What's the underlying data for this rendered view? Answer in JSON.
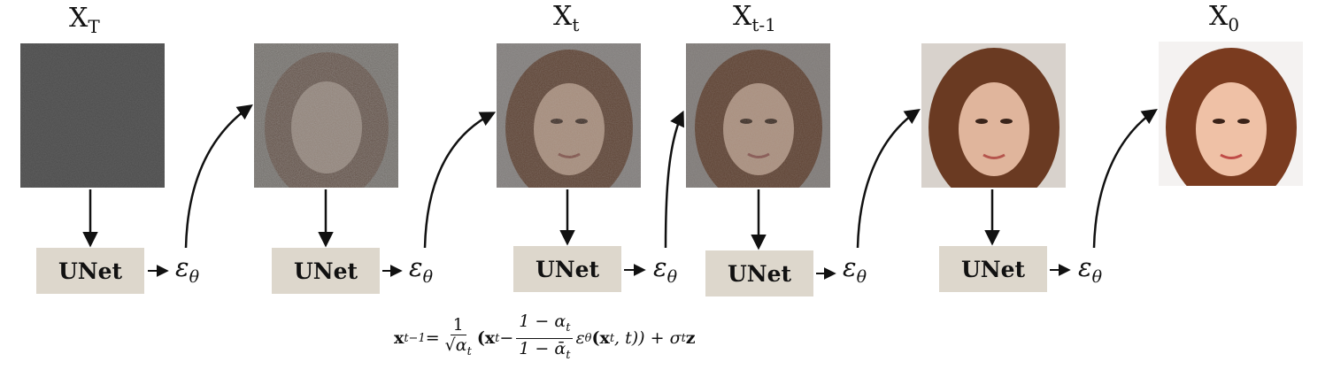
{
  "stages": [
    {
      "label_main": "X",
      "label_sub": "T",
      "unet": "UNet",
      "eps_main": "ε",
      "eps_sub": "θ"
    },
    {
      "label_main": "",
      "label_sub": "",
      "unet": "UNet",
      "eps_main": "ε",
      "eps_sub": "θ"
    },
    {
      "label_main": "X",
      "label_sub": "t",
      "unet": "UNet",
      "eps_main": "ε",
      "eps_sub": "θ"
    },
    {
      "label_main": "X",
      "label_sub": "t-1",
      "unet": "UNet",
      "eps_main": "ε",
      "eps_sub": "θ"
    },
    {
      "label_main": "",
      "label_sub": "",
      "unet": "UNet",
      "eps_main": "ε",
      "eps_sub": "θ"
    },
    {
      "label_main": "X",
      "label_sub": "0",
      "unet": "",
      "eps_main": "",
      "eps_sub": ""
    }
  ],
  "formula": {
    "lhs": "x",
    "lhs_sub": "t−1",
    "eq": " = ",
    "frac1_num": "1",
    "frac1_den": "√α",
    "frac1_den_sub": "t",
    "open": "(x",
    "open_sub": "t",
    "minus": " − ",
    "frac2_num": "1 − α",
    "frac2_num_sub": "t",
    "frac2_den": "1 − ᾱ",
    "frac2_den_sub": "t",
    "eps": "ε",
    "eps_sub": "θ",
    "args": "(x",
    "args_sub": "t",
    "args_tail": ", t)) + σ",
    "sigma_sub": "t",
    "z": "z"
  }
}
